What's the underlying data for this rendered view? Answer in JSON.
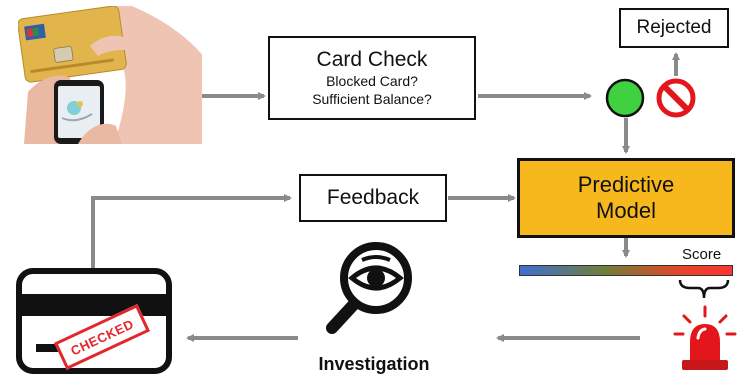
{
  "card_check": {
    "title": "Card Check",
    "line1": "Blocked Card?",
    "line2": "Sufficient Balance?"
  },
  "rejected": {
    "label": "Rejected"
  },
  "predictive_model": {
    "line1": "Predictive",
    "line2": "Model"
  },
  "feedback": {
    "label": "Feedback"
  },
  "score": {
    "label": "Score"
  },
  "investigation": {
    "label": "Investigation"
  },
  "checked_stamp": {
    "text": "CHECKED"
  },
  "colors": {
    "arrow": "#8a8a8a",
    "model_fill": "#f6b81d",
    "approve_green": "#3fd13f",
    "reject_red": "#e3171b",
    "stamp_red": "#e3262c",
    "score_gradient": [
      "#3f6fd0",
      "#8a8a2a",
      "#f03a2a",
      "#ff3333"
    ]
  },
  "icons": [
    "payment-photo",
    "approve-icon",
    "reject-icon",
    "eye-magnifier-icon",
    "alarm-siren-icon",
    "credit-card-icon"
  ]
}
